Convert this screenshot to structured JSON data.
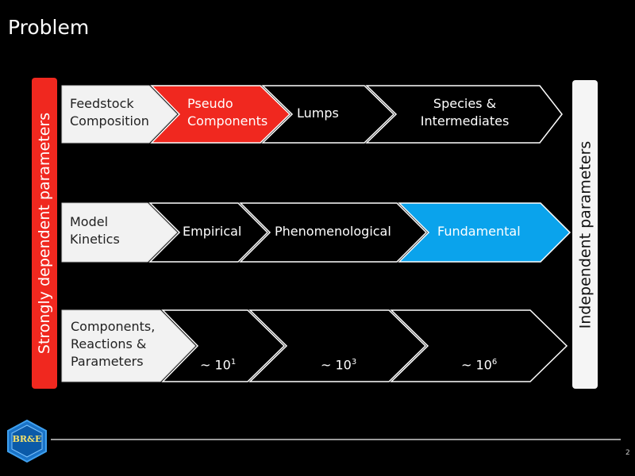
{
  "title": "Problem",
  "left_sidebar": "Strongly dependent parameters",
  "right_sidebar": "Independent parameters",
  "rows": [
    {
      "name": "row-feedstock",
      "header": "Feedstock\nComposition",
      "steps": [
        "Pseudo\nComponents",
        "Lumps",
        "Species &\nIntermediates"
      ]
    },
    {
      "name": "row-kinetics",
      "header": "Model\nKinetics",
      "steps": [
        "Empirical",
        "Phenomenological",
        "Fundamental"
      ]
    },
    {
      "name": "row-parameters",
      "header": "Components,\nReactions &\nParameters",
      "steps": [
        {
          "prefix": "~ 10",
          "exp": "1"
        },
        {
          "prefix": "~ 10",
          "exp": "3"
        },
        {
          "prefix": "~ 10",
          "exp": "6"
        }
      ]
    }
  ],
  "colors": {
    "accent_red": "#f0281f",
    "accent_blue": "#0aa3ec",
    "header_fill": "#f2f2f2",
    "step_fill": "#000000"
  },
  "logo": "BR&E",
  "page_number": "2"
}
